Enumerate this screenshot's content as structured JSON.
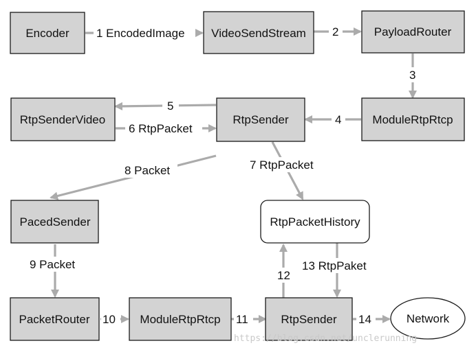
{
  "nodes": {
    "encoder": "Encoder",
    "video_send_stream": "VideoSendStream",
    "payload_router": "PayloadRouter",
    "rtp_sender_video": "RtpSenderVideo",
    "rtp_sender_top": "RtpSender",
    "module_rtp_rtcp_top": "ModuleRtpRtcp",
    "paced_sender": "PacedSender",
    "rtp_packet_history": "RtpPacketHistory",
    "packet_router": "PacketRouter",
    "module_rtp_rtcp_bottom": "ModuleRtpRtcp",
    "rtp_sender_bottom": "RtpSender",
    "network": "Network"
  },
  "edges": {
    "e1": "1 EncodedImage",
    "e2": "2",
    "e3": "3",
    "e4": "4",
    "e5": "5",
    "e6": "6 RtpPacket",
    "e7": "7 RtpPacket",
    "e8": "8 Packet",
    "e9": "9 Packet",
    "e10": "10",
    "e11": "11",
    "e12": "12",
    "e13": "13 RtpPaket",
    "e14": "14"
  },
  "watermark": "https://blog.csdn.net/unclerunning",
  "colors": {
    "box_fill": "#d3d3d3",
    "arrow": "#ababab",
    "border": "#1a1a1a"
  }
}
